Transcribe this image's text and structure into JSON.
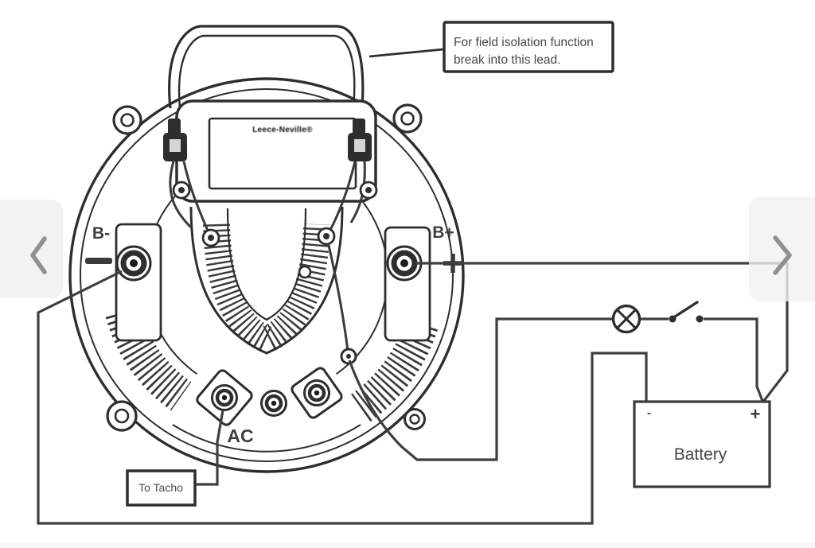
{
  "diagram": {
    "callout": {
      "line1": "For field isolation function",
      "line2": "break into this lead."
    },
    "alternator": {
      "brand": "Leece-Neville®",
      "terminals": {
        "b_minus": "B-",
        "b_plus": "B+",
        "ac": "AC"
      }
    },
    "tacho": {
      "label": "To Tacho"
    },
    "battery": {
      "label": "Battery",
      "positive": "+",
      "negative": "-"
    }
  },
  "carousel": {
    "prev_icon": "chevron-left",
    "next_icon": "chevron-right"
  },
  "colors": {
    "line": "#2e2e2e",
    "wire": "#3f3f3f",
    "overlay_panel": "#f1f1f1",
    "chevron": "#909090",
    "background": "#ffffff"
  }
}
